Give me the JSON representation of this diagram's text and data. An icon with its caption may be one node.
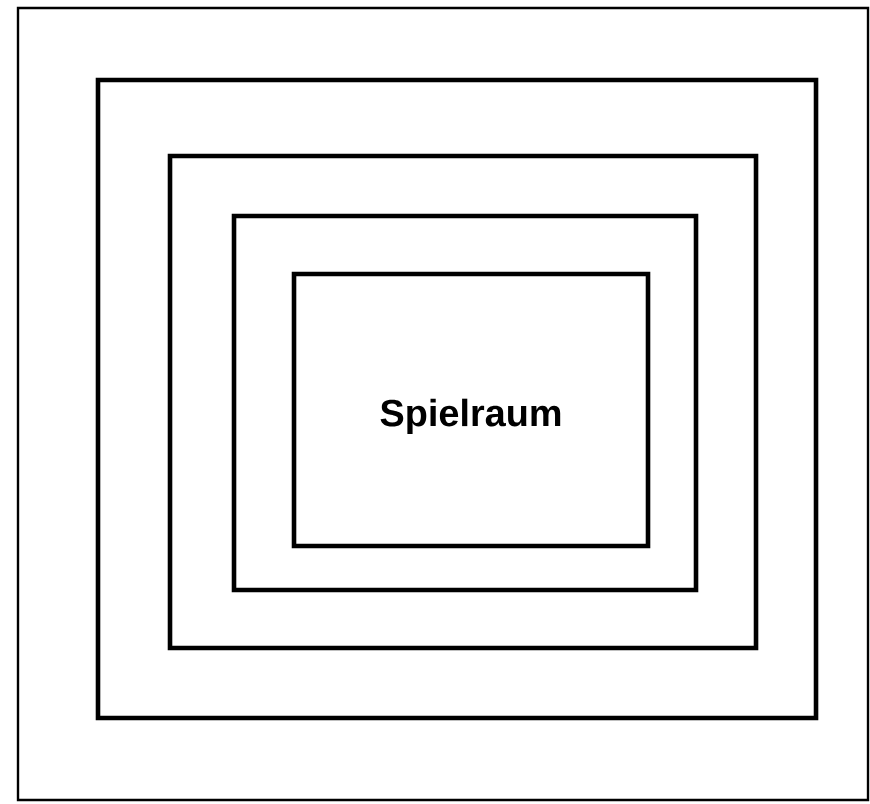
{
  "diagram": {
    "nodes": [
      {
        "text": [],
        "shape": "box"
      },
      {
        "text": [],
        "shape": "box",
        "in": 0
      },
      {
        "text": [],
        "shape": "box",
        "in": 1
      },
      {
        "text": [],
        "shape": "box",
        "in": 2
      },
      {
        "text": [
          "Spielraum"
        ],
        "in": 3
      }
    ]
  }
}
